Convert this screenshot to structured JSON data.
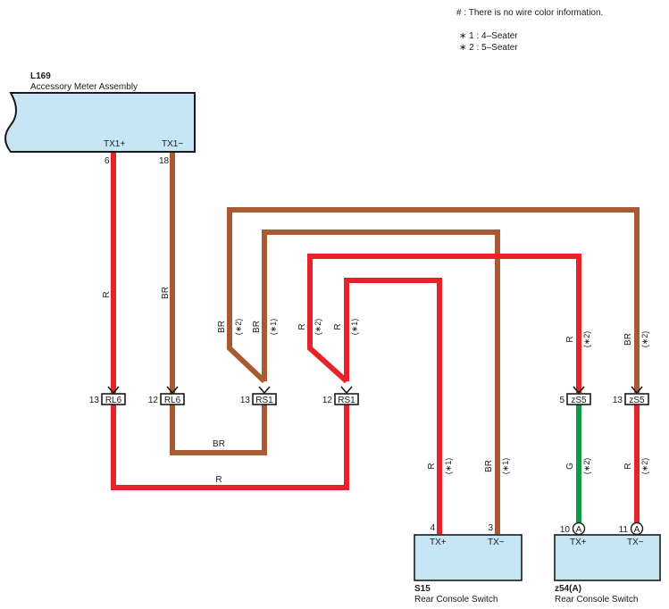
{
  "notes": {
    "no_color": "# : There is no wire color information.",
    "variant_1": "∗ 1 : 4–Seater",
    "variant_2": "∗ 2 : 5–Seater"
  },
  "components": {
    "l169": {
      "code": "L169",
      "name": "Accessory Meter Assembly",
      "pins": [
        {
          "label": "TX1+",
          "number": "6"
        },
        {
          "label": "TX1−",
          "number": "18"
        }
      ]
    },
    "s15": {
      "code": "S15",
      "name": "Rear Console Switch",
      "pins": [
        {
          "label": "TX+",
          "number": "4"
        },
        {
          "label": "TX−",
          "number": "3"
        }
      ]
    },
    "z54": {
      "code": "z54(A)",
      "name": "Rear Console Switch",
      "pins": [
        {
          "label": "TX+",
          "number": "10",
          "connector": "A"
        },
        {
          "label": "TX−",
          "number": "11",
          "connector": "A"
        }
      ]
    }
  },
  "junctions": [
    {
      "id": "RL6",
      "pin": "13"
    },
    {
      "id": "RL6",
      "pin": "12"
    },
    {
      "id": "RS1",
      "pin": "13"
    },
    {
      "id": "RS1",
      "pin": "12"
    },
    {
      "id": "zS5",
      "pin": "5"
    },
    {
      "id": "zS5",
      "pin": "13"
    }
  ],
  "wire_labels": {
    "w1": {
      "color": "R"
    },
    "w2": {
      "color": "BR"
    },
    "w3": {
      "color": "BR",
      "variant": "(∗2)"
    },
    "w4": {
      "color": "BR",
      "variant": "(∗1)"
    },
    "w5": {
      "color": "R",
      "variant": "(∗2)"
    },
    "w6": {
      "color": "R",
      "variant": "(∗1)"
    },
    "w7": {
      "color": "R",
      "variant": "(∗2)"
    },
    "w8": {
      "color": "BR",
      "variant": "(∗2)"
    },
    "w9": {
      "color": "BR"
    },
    "w10": {
      "color": "R"
    },
    "w11": {
      "color": "R",
      "variant": "(∗1)"
    },
    "w12": {
      "color": "BR",
      "variant": "(∗1)"
    },
    "w13": {
      "color": "G",
      "variant": "(∗2)"
    },
    "w14": {
      "color": "R",
      "variant": "(∗2)"
    }
  },
  "colors": {
    "red": "#e8222a",
    "brown": "#a85a32",
    "green": "#0e9a48",
    "component_fill": "#c6e6f5"
  }
}
